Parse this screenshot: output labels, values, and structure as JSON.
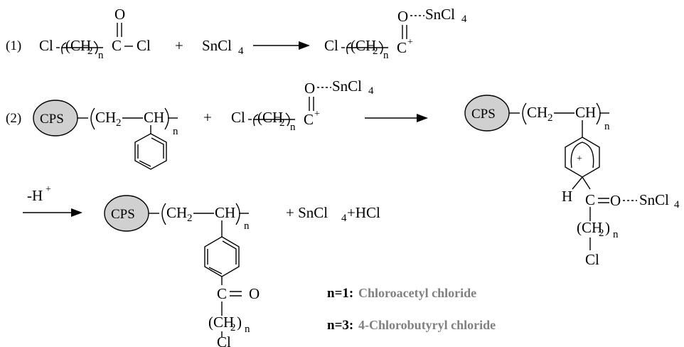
{
  "scheme": {
    "step1": {
      "label": "(1)",
      "acyl": {
        "cl_left": "Cl",
        "ch2": "(CH",
        "ch2_sub": "2",
        "ch2_close": ")",
        "n": "n",
        "o": "O",
        "c": "C",
        "cl_right": "Cl"
      },
      "plus": "+",
      "reagent": "SnCl",
      "reagent_sub": "4",
      "product": {
        "cl_left": "Cl",
        "ch2": "(CH",
        "ch2_sub": "2",
        "ch2_close": ")",
        "n": "n",
        "c": "C",
        "charge": "+",
        "o": "O",
        "sncl": "SnCl",
        "sncl_sub": "4"
      }
    },
    "step2": {
      "label": "(2)",
      "cps": "CPS",
      "chain": {
        "ch2": "CH",
        "ch2_sub": "2",
        "ch": "CH",
        "n": "n"
      },
      "plus": "+",
      "acylium": {
        "cl_left": "Cl",
        "ch2": "(CH",
        "ch2_sub": "2",
        "ch2_close": ")",
        "n": "n",
        "c": "C",
        "charge": "+",
        "o": "O",
        "sncl": "SnCl",
        "sncl_sub": "4"
      },
      "intermediate": {
        "cps": "CPS",
        "ch2": "CH",
        "ch2_sub": "2",
        "ch": "CH",
        "n": "n",
        "ring_charge": "+",
        "h": "H",
        "c": "C",
        "o": "O",
        "sncl": "SnCl",
        "sncl_sub": "4",
        "side_ch2": "(CH",
        "side_ch2_sub": "2",
        "side_ch2_close": ")",
        "side_n": "n",
        "cl": "Cl"
      }
    },
    "step3": {
      "condition": "-H",
      "condition_sup": "+",
      "cps": "CPS",
      "chain": {
        "ch2": "CH",
        "ch2_sub": "2",
        "ch": "CH",
        "n": "n"
      },
      "byproducts": "+ SnCl",
      "byproducts_sub": "4",
      "byproducts_tail": " +HCl",
      "side": {
        "c": "C",
        "o": "O",
        "ch2": "(CH",
        "ch2_sub": "2",
        "ch2_close": ")",
        "n": "n",
        "cl": "Cl"
      }
    },
    "legend": [
      {
        "n": "n=1:",
        "name": "Chloroacetyl chloride"
      },
      {
        "n": "n=3:",
        "name": "4-Chlorobutyryl chloride"
      }
    ]
  }
}
